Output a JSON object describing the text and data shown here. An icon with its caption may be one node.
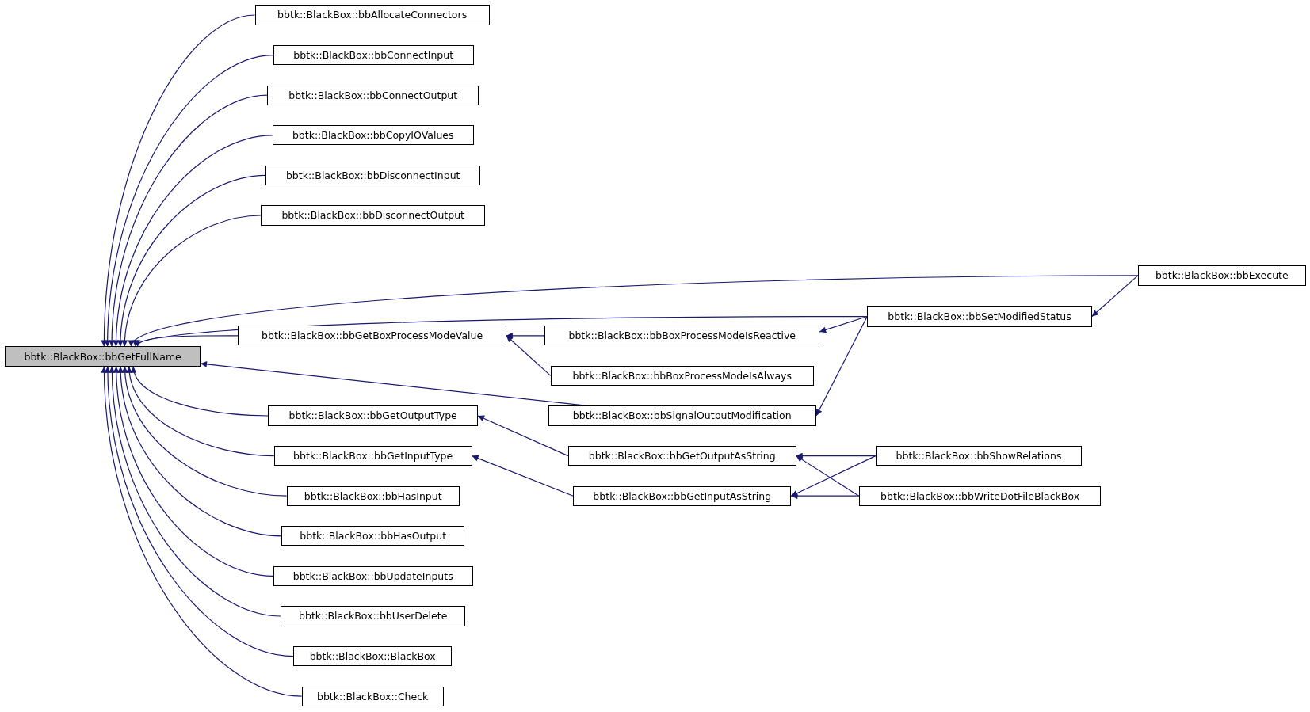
{
  "diagram": {
    "nodes": [
      {
        "text": [
          "bbtk::BlackBox::bbGetFullName"
        ]
      },
      {
        "text": [
          "bbtk::BlackBox::bbAllocateConnectors"
        ]
      },
      {
        "text": [
          "bbtk::BlackBox::bbConnectInput"
        ]
      },
      {
        "text": [
          "bbtk::BlackBox::bbConnectOutput"
        ]
      },
      {
        "text": [
          "bbtk::BlackBox::bbCopyIOValues"
        ]
      },
      {
        "text": [
          "bbtk::BlackBox::bbDisconnectInput"
        ]
      },
      {
        "text": [
          "bbtk::BlackBox::bbDisconnectOutput"
        ]
      },
      {
        "text": [
          "bbtk::BlackBox::bbExecute"
        ]
      },
      {
        "text": [
          "bbtk::BlackBox::bbSetModifiedStatus"
        ]
      },
      {
        "text": [
          "bbtk::BlackBox::bbGetBoxProcessModeValue"
        ]
      },
      {
        "text": [
          "bbtk::BlackBox::bbBoxProcessModeIsReactive"
        ]
      },
      {
        "text": [
          "bbtk::BlackBox::bbBoxProcessModeIsAlways"
        ]
      },
      {
        "text": [
          "bbtk::BlackBox::bbSignalOutputModification"
        ]
      },
      {
        "text": [
          "bbtk::BlackBox::bbGetOutputType"
        ]
      },
      {
        "text": [
          "bbtk::BlackBox::bbGetInputType"
        ]
      },
      {
        "text": [
          "bbtk::BlackBox::bbGetOutputAsString"
        ]
      },
      {
        "text": [
          "bbtk::BlackBox::bbShowRelations"
        ]
      },
      {
        "text": [
          "bbtk::BlackBox::bbHasInput"
        ]
      },
      {
        "text": [
          "bbtk::BlackBox::bbGetInputAsString"
        ]
      },
      {
        "text": [
          "bbtk::BlackBox::bbWriteDotFileBlackBox"
        ]
      },
      {
        "text": [
          "bbtk::BlackBox::bbHasOutput"
        ]
      },
      {
        "text": [
          "bbtk::BlackBox::bbUpdateInputs"
        ]
      },
      {
        "text": [
          "bbtk::BlackBox::bbUserDelete"
        ]
      },
      {
        "text": [
          "bbtk::BlackBox::BlackBox"
        ]
      },
      {
        "text": [
          "bbtk::BlackBox::Check"
        ]
      }
    ],
    "edges": [
      {
        "from": 1,
        "to": 0,
        "arrow": "to"
      },
      {
        "from": 2,
        "to": 0,
        "arrow": "to"
      },
      {
        "from": 3,
        "to": 0,
        "arrow": "to"
      },
      {
        "from": 4,
        "to": 0,
        "arrow": "to"
      },
      {
        "from": 5,
        "to": 0,
        "arrow": "to"
      },
      {
        "from": 6,
        "to": 0,
        "arrow": "to"
      },
      {
        "from": 7,
        "to": 0,
        "arrow": "to"
      },
      {
        "from": 8,
        "to": 0,
        "arrow": "to"
      },
      {
        "from": 9,
        "to": 0,
        "arrow": "to"
      },
      {
        "from": 12,
        "to": 0,
        "arrow": "to"
      },
      {
        "from": 13,
        "to": 0,
        "arrow": "to"
      },
      {
        "from": 14,
        "to": 0,
        "arrow": "to"
      },
      {
        "from": 17,
        "to": 0,
        "arrow": "to"
      },
      {
        "from": 20,
        "to": 0,
        "arrow": "to"
      },
      {
        "from": 21,
        "to": 0,
        "arrow": "to"
      },
      {
        "from": 22,
        "to": 0,
        "arrow": "to"
      },
      {
        "from": 23,
        "to": 0,
        "arrow": "to"
      },
      {
        "from": 24,
        "to": 0,
        "arrow": "to"
      },
      {
        "from": 7,
        "to": 8,
        "arrow": "to"
      },
      {
        "from": 8,
        "to": 10,
        "arrow": "to"
      },
      {
        "from": 8,
        "to": 12,
        "arrow": "to"
      },
      {
        "from": 10,
        "to": 9,
        "arrow": "to"
      },
      {
        "from": 11,
        "to": 9,
        "arrow": "to"
      },
      {
        "from": 15,
        "to": 13,
        "arrow": "to"
      },
      {
        "from": 18,
        "to": 14,
        "arrow": "to"
      },
      {
        "from": 16,
        "to": 15,
        "arrow": "to"
      },
      {
        "from": 19,
        "to": 15,
        "arrow": "to"
      },
      {
        "from": 16,
        "to": 18,
        "arrow": "to"
      },
      {
        "from": 19,
        "to": 18,
        "arrow": "to"
      }
    ]
  }
}
